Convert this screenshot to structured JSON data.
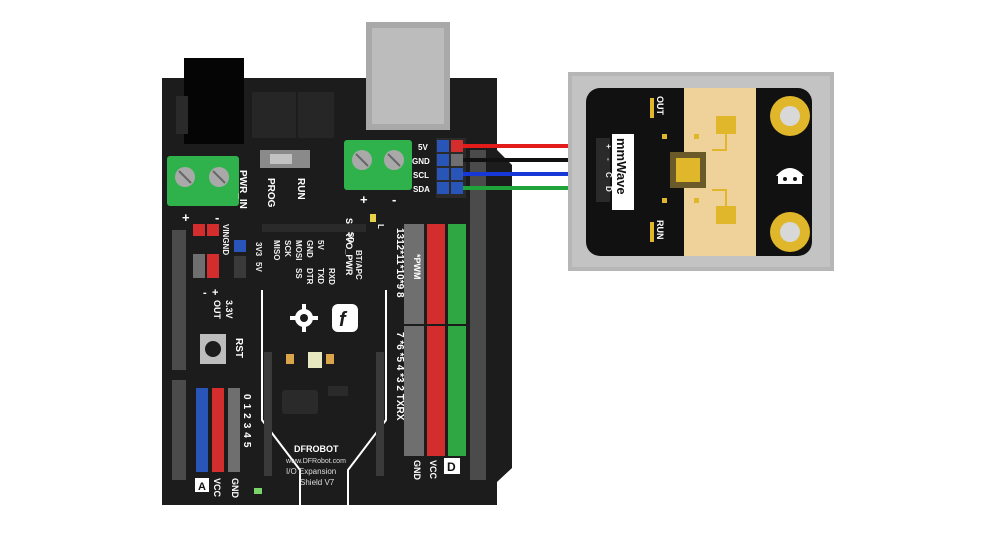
{
  "shield": {
    "brand": "DFROBOT",
    "url": "www.DFRobot.com",
    "product_line1": "I/O Expansion",
    "product_line2": "Shield V7",
    "pwr_in": "PWR_IN",
    "servo_pwr": "SERVO_PWR",
    "prog": "PROG",
    "run": "RUN",
    "rst": "RST",
    "vin_gnd": "VINGND",
    "out_33v": "3.3V",
    "out_label": "OUT",
    "sel_3v3": "3V3",
    "sel_5v": "5V",
    "plus": "+",
    "minus": "-",
    "i2c_pins": [
      "5V",
      "GND",
      "SCL",
      "SDA"
    ],
    "spi_col1": [
      "MISO",
      "SCK",
      "MOSI",
      "GND",
      "5V"
    ],
    "spi_col2": [
      "SS",
      "DTR",
      "TXD",
      "RXD"
    ],
    "sd_label": "SD",
    "bt_label": "BT/APC",
    "pwm_label": "*PWM",
    "digital_top": [
      "13",
      "12",
      "11*",
      "10*",
      "9*",
      "8"
    ],
    "digital_bottom": [
      "7",
      "6*",
      "5*",
      "4",
      "3*",
      "2",
      "TX",
      "RX"
    ],
    "digital_top_text": "1312*11*10*9 8",
    "digital_bottom_text": "7 *6 *5 4 *3 2 TXRX",
    "analog_pins": [
      "0",
      "1",
      "2",
      "3",
      "4",
      "5"
    ],
    "gnd_label": "GND",
    "vcc_label": "VCC",
    "port_a": "A",
    "port_d": "D",
    "l_label": "L"
  },
  "sensor": {
    "name": "mmWave",
    "out_pin": "OUT",
    "run_pin": "RUN",
    "pins": [
      "+",
      "-",
      "C",
      "D"
    ]
  },
  "wires": [
    {
      "from": "5V",
      "color": "#e31b1b"
    },
    {
      "from": "GND",
      "color": "#111111"
    },
    {
      "from": "SCL",
      "color": "#1538d6"
    },
    {
      "from": "SDA",
      "color": "#1fa33a"
    }
  ],
  "colors": {
    "board": "#1c1c1c",
    "terminal": "#2fb24b",
    "sensor_pcb": "#111111",
    "sensor_gold": "#efd29a",
    "pad_gold": "#e0b62a",
    "header_red": "#d42d2d",
    "header_green": "#2fa844",
    "header_blue": "#2a55b8",
    "header_gray": "#6f6f6f"
  }
}
